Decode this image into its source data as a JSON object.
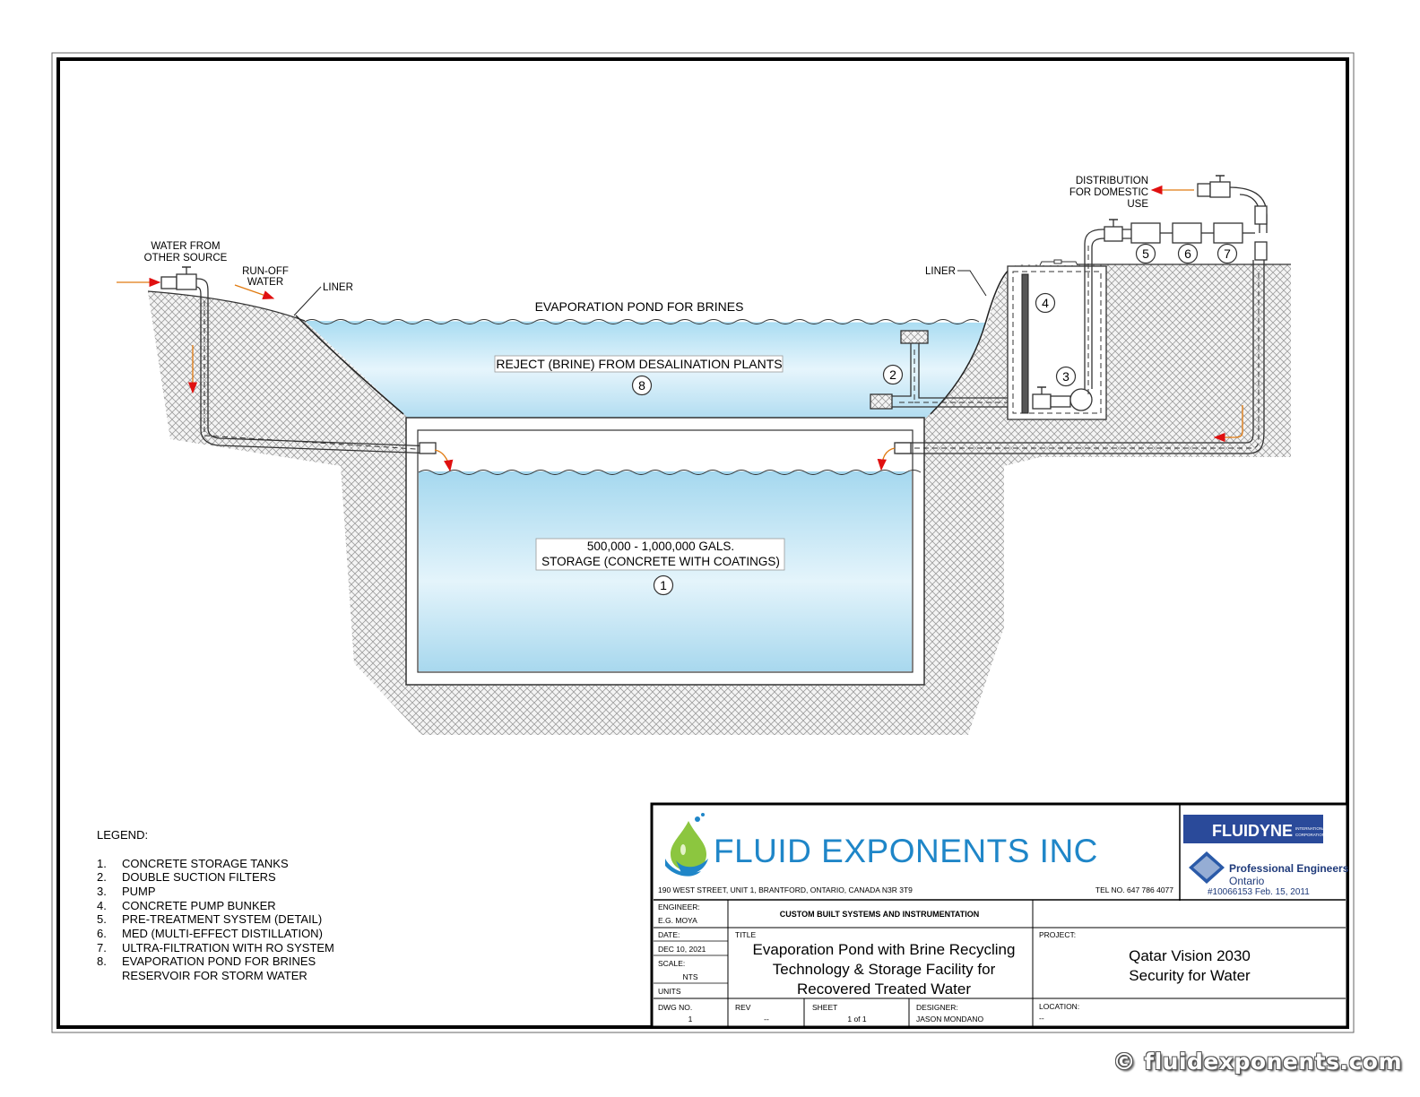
{
  "labels": {
    "water_from_line1": "WATER FROM",
    "water_from_line2": "OTHER SOURCE",
    "runoff_line1": "RUN-OFF",
    "runoff_line2": "WATER",
    "liner_left": "LINER",
    "liner_right": "LINER",
    "evap_pond": "EVAPORATION POND FOR BRINES",
    "reject_brine": "REJECT (BRINE) FROM DESALINATION PLANTS",
    "storage_line1": "500,000 - 1,000,000 GALS.",
    "storage_line2": "STORAGE (CONCRETE WITH COATINGS)",
    "distribution_line1": "DISTRIBUTION",
    "distribution_line2": "FOR DOMESTIC",
    "distribution_line3": "USE"
  },
  "callouts": [
    "1",
    "2",
    "3",
    "4",
    "5",
    "6",
    "7",
    "8"
  ],
  "legend": {
    "title": "LEGEND:",
    "items": [
      {
        "num": "1.",
        "text": "CONCRETE STORAGE TANKS"
      },
      {
        "num": "2.",
        "text": "DOUBLE SUCTION FILTERS"
      },
      {
        "num": "3.",
        "text": "PUMP"
      },
      {
        "num": "4.",
        "text": "CONCRETE PUMP BUNKER"
      },
      {
        "num": "5.",
        "text": "PRE-TREATMENT SYSTEM (DETAIL)"
      },
      {
        "num": "6.",
        "text": "MED (MULTI-EFFECT DISTILLATION)"
      },
      {
        "num": "7.",
        "text": "ULTRA-FILTRATION WITH RO SYSTEM"
      },
      {
        "num": "8.",
        "text": "EVAPORATION POND FOR BRINES"
      },
      {
        "num": "",
        "text": "RESERVOIR FOR STORM WATER"
      }
    ]
  },
  "title_block": {
    "company": "FLUID EXPONENTS INC",
    "address": "190 WEST STREET, UNIT 1, BRANTFORD, ONTARIO, CANADA N3R 3T9",
    "tel": "TEL NO. 647 786 4077",
    "fluidyne_logo": "FLUIDYNE",
    "fluidyne_sub1": "INTERNATIONAL",
    "fluidyne_sub2": "CORPORATION",
    "pe_line1": "Professional Engineers",
    "pe_line2": "Ontario",
    "pe_line3": "#10066153   Feb. 15, 2011",
    "engineer_label": "ENGINEER:",
    "engineer_value": "E.G. MOYA",
    "custom_built": "CUSTOM BUILT SYSTEMS AND INSTRUMENTATION",
    "date_label": "DATE:",
    "date_value": "DEC 10, 2021",
    "scale_label": "SCALE:",
    "scale_value": "NTS",
    "units_label": "UNITS",
    "title_label": "TITLE",
    "title_line1": "Evaporation Pond with Brine Recycling",
    "title_line2": "Technology & Storage Facility for",
    "title_line3": "Recovered Treated Water",
    "project_label": "PROJECT:",
    "project_line1": "Qatar Vision 2030",
    "project_line2": "Security for Water",
    "dwg_label": "DWG NO.",
    "dwg_value": "1",
    "rev_label": "REV",
    "rev_value": "--",
    "sheet_label": "SHEET",
    "sheet_value": "1 of 1",
    "designer_label": "DESIGNER:",
    "designer_value": "JASON MONDANO",
    "location_label": "LOCATION:",
    "location_value": "--"
  },
  "watermark": "© fluidexponents.com",
  "colors": {
    "water_top": "#d7eef9",
    "water_bottom": "#a9d9ef",
    "arrow_red": "#e01010",
    "arrow_orange": "#e07a10",
    "logo_blue": "#1f86c8",
    "logo_green": "#8cc63f"
  }
}
